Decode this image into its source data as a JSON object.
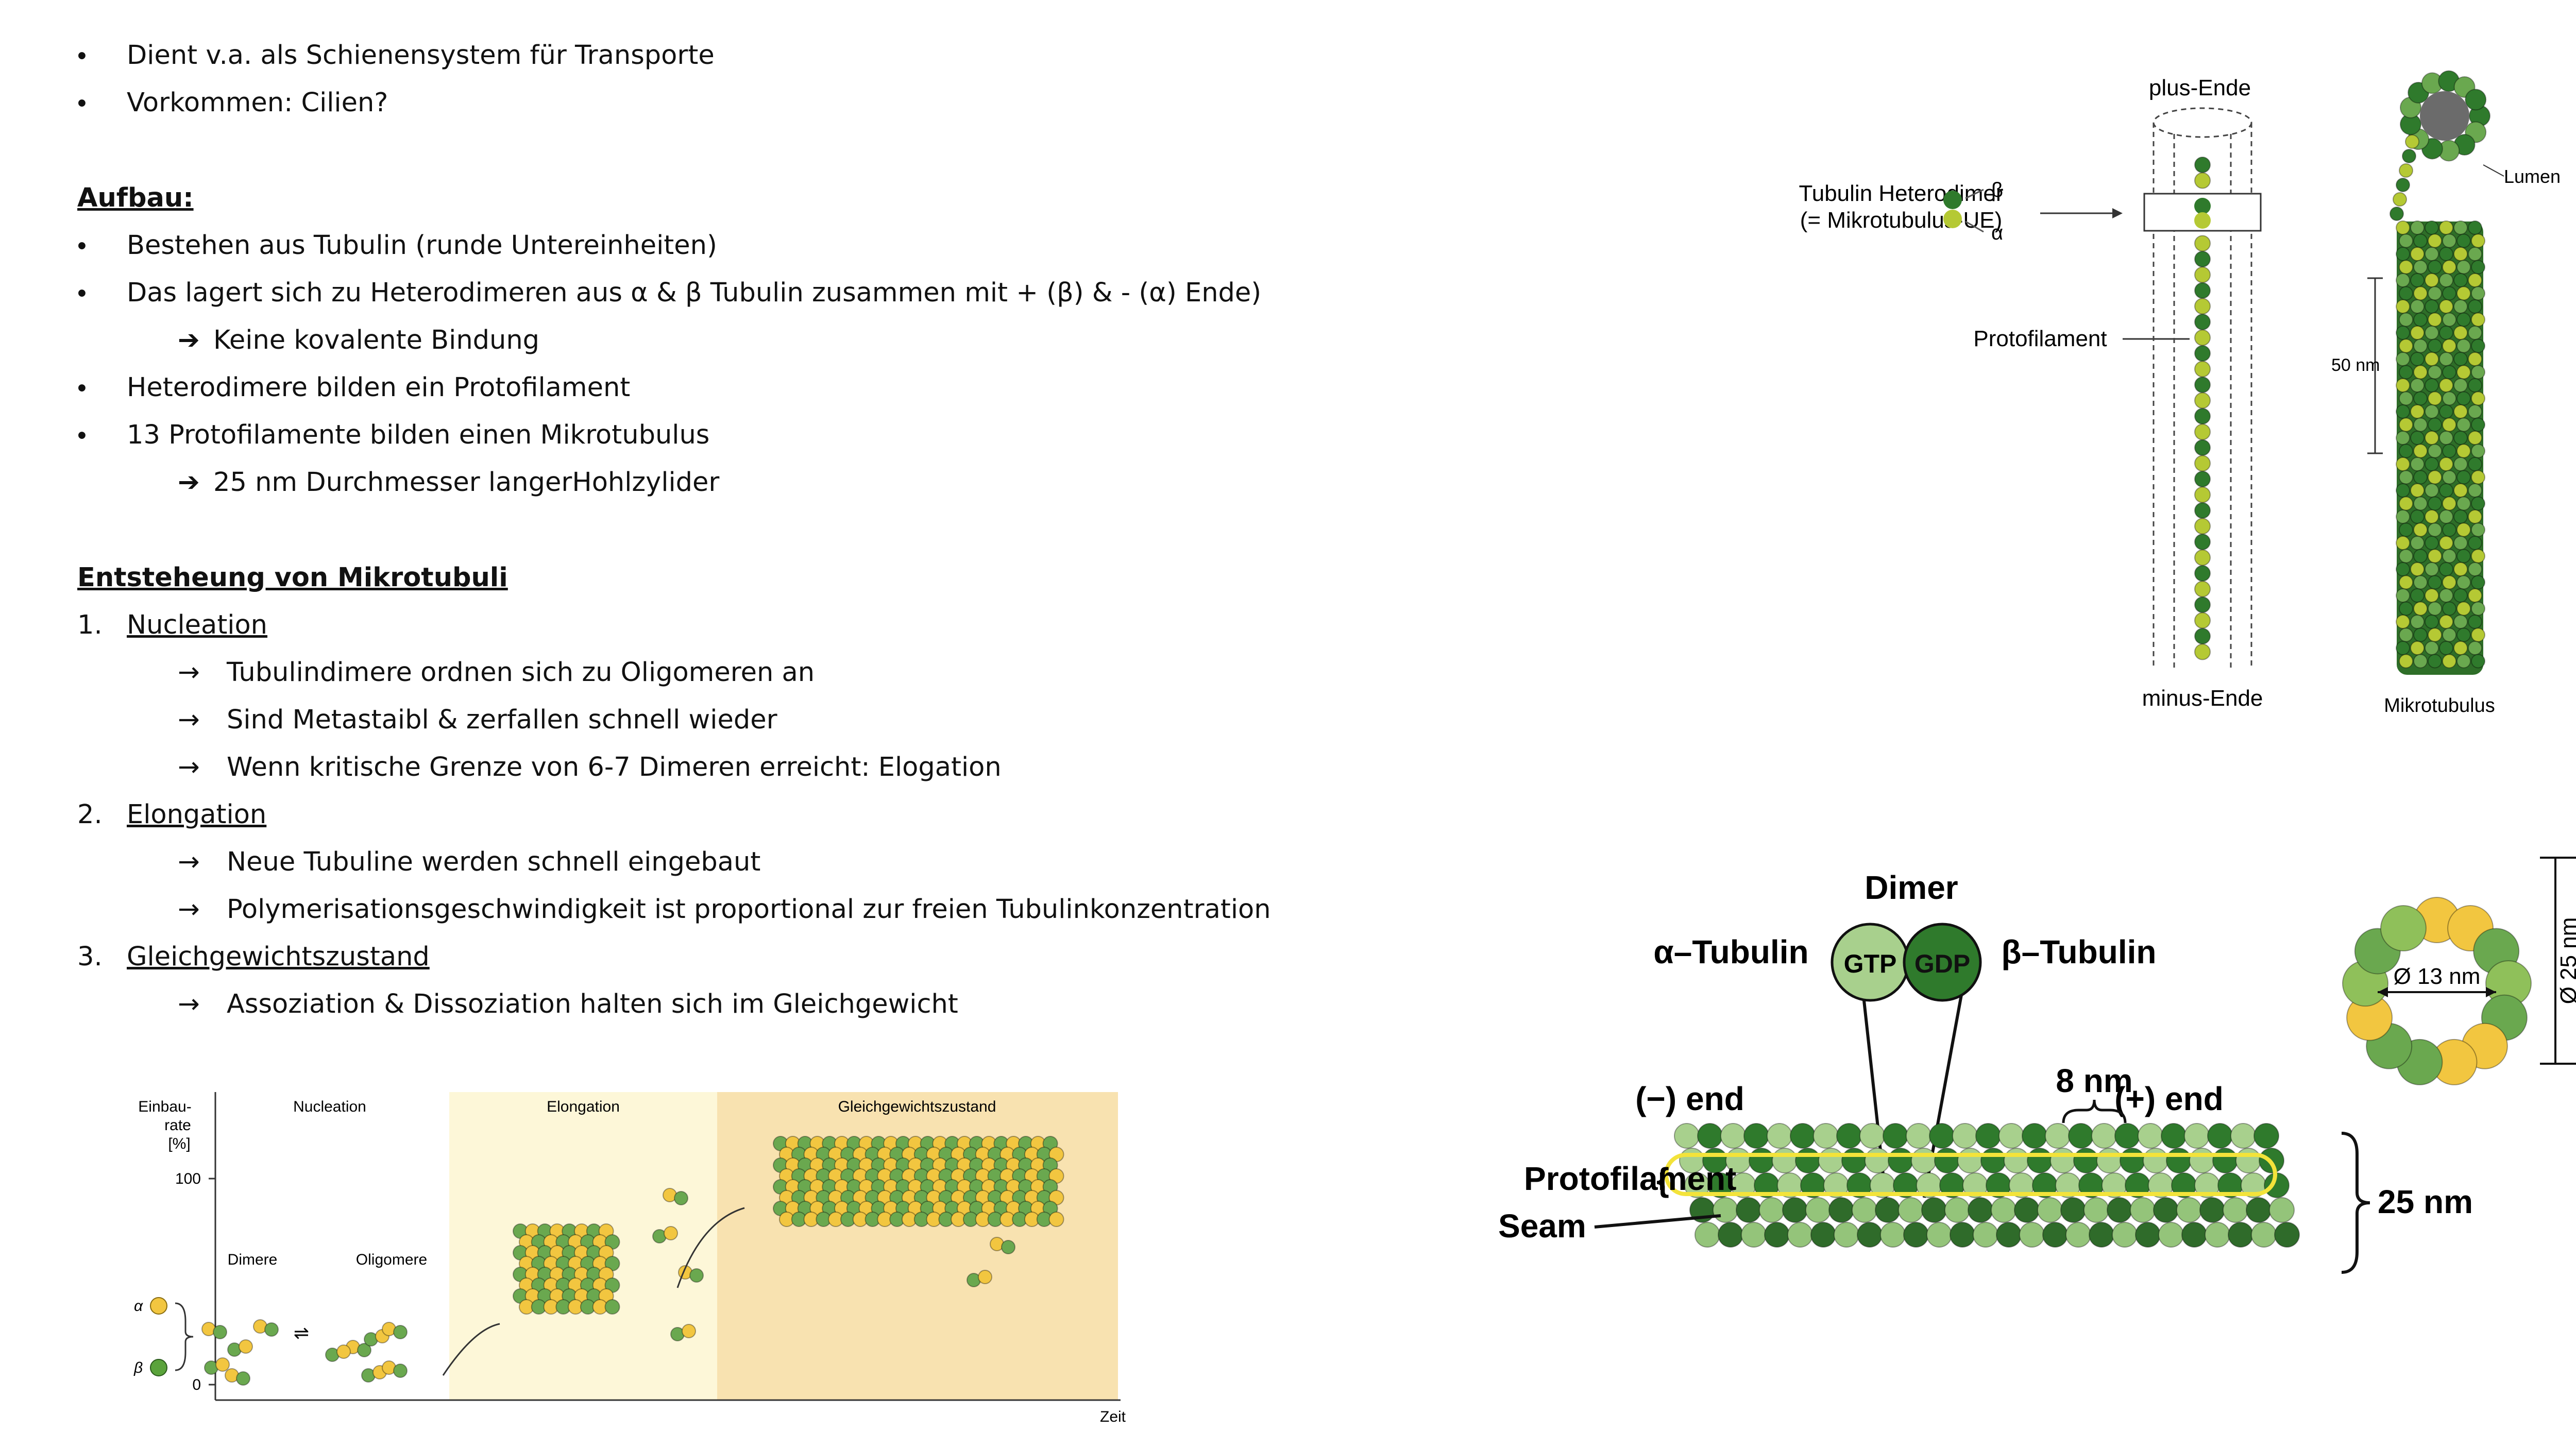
{
  "intro": [
    "Dient v.a. als Schienensystem für Transporte",
    "Vorkommen: Cilien?"
  ],
  "aufbau": {
    "heading": "Aufbau:",
    "items": [
      "Bestehen aus Tubulin (runde Untereinheiten)",
      "Das lagert sich zu Heterodimeren aus α & β Tubulin zusammen mit + (β) & - (α) Ende)",
      "Keine kovalente Bindung",
      "Heterodimere bilden ein Protofilament",
      "13 Protofilamente bilden einen Mikrotubulus",
      "25 nm Durchmesser langerHohlzylider"
    ]
  },
  "entstehung": {
    "heading": "Entsteheung von Mikrotubuli",
    "phases": [
      {
        "num": "1.",
        "name": "Nucleation",
        "points": [
          "Tubulindimere ordnen sich zu Oligomeren an",
          "Sind Metastaibl & zerfallen schnell wieder",
          "Wenn kritische Grenze von 6-7 Dimeren erreicht: Elogation"
        ]
      },
      {
        "num": "2.",
        "name": "Elongation",
        "points": [
          "Neue Tubuline werden schnell eingebaut",
          "Polymerisationsgeschwindigkeit ist proportional zur freien Tubulinkonzentration"
        ]
      },
      {
        "num": "3.",
        "name": "Gleichgewichtszustand",
        "points": [
          "Assoziation & Dissoziation halten sich im Gleichgewicht"
        ]
      }
    ]
  },
  "symbols": {
    "bullet": "•",
    "arrow": "→",
    "arrow_bold": "➔"
  },
  "fig_polymerization": {
    "ylabel_1": "Einbau-",
    "ylabel_2": "rate",
    "ylabel_3": "[%]",
    "tick_100": "100",
    "tick_0": "0",
    "xlabel": "Zeit",
    "zone_nucleation": "Nucleation",
    "zone_elongation": "Elongation",
    "zone_equilibrium": "Gleichgewichtszustand",
    "label_dimere": "Dimere",
    "label_oligomere": "Oligomere",
    "label_alpha": "α",
    "label_beta": "β",
    "equilibrium_symbol": "⇌"
  },
  "fig_structure": {
    "plus_end": "plus-Ende",
    "minus_end": "minus-Ende",
    "heterodimer_1": "Tubulin Heterodimer",
    "heterodimer_2": "(= Mikrotubulus-UE)",
    "beta": "β",
    "alpha": "α",
    "protofilament": "Protofilament",
    "lumen": "Lumen",
    "nm50": "50 nm",
    "microtubule": "Mikrotubulus"
  },
  "fig_lattice": {
    "dimer": "Dimer",
    "alpha_tubulin": "α–Tubulin",
    "beta_tubulin": "β–Tubulin",
    "gtp": "GTP",
    "gdp": "GDP",
    "minus_end": "(−) end",
    "plus_end": "(+) end",
    "nm8": "8 nm",
    "protofilament": "Protofilament",
    "seam": "Seam",
    "nm25": "25 nm",
    "nm13": "Ø 13 nm",
    "nm25_vertical": "Ø 25 nm"
  },
  "colors": {
    "dark_green": "#2f7a2c",
    "mid_green": "#6aa84f",
    "light_green": "#a8d08d",
    "yellow_green": "#b5c934",
    "yellow": "#f2c640",
    "zone_elongation": "#fdf7d8",
    "zone_equilibrium": "#f8e2b0",
    "highlight": "#f3e33a"
  }
}
